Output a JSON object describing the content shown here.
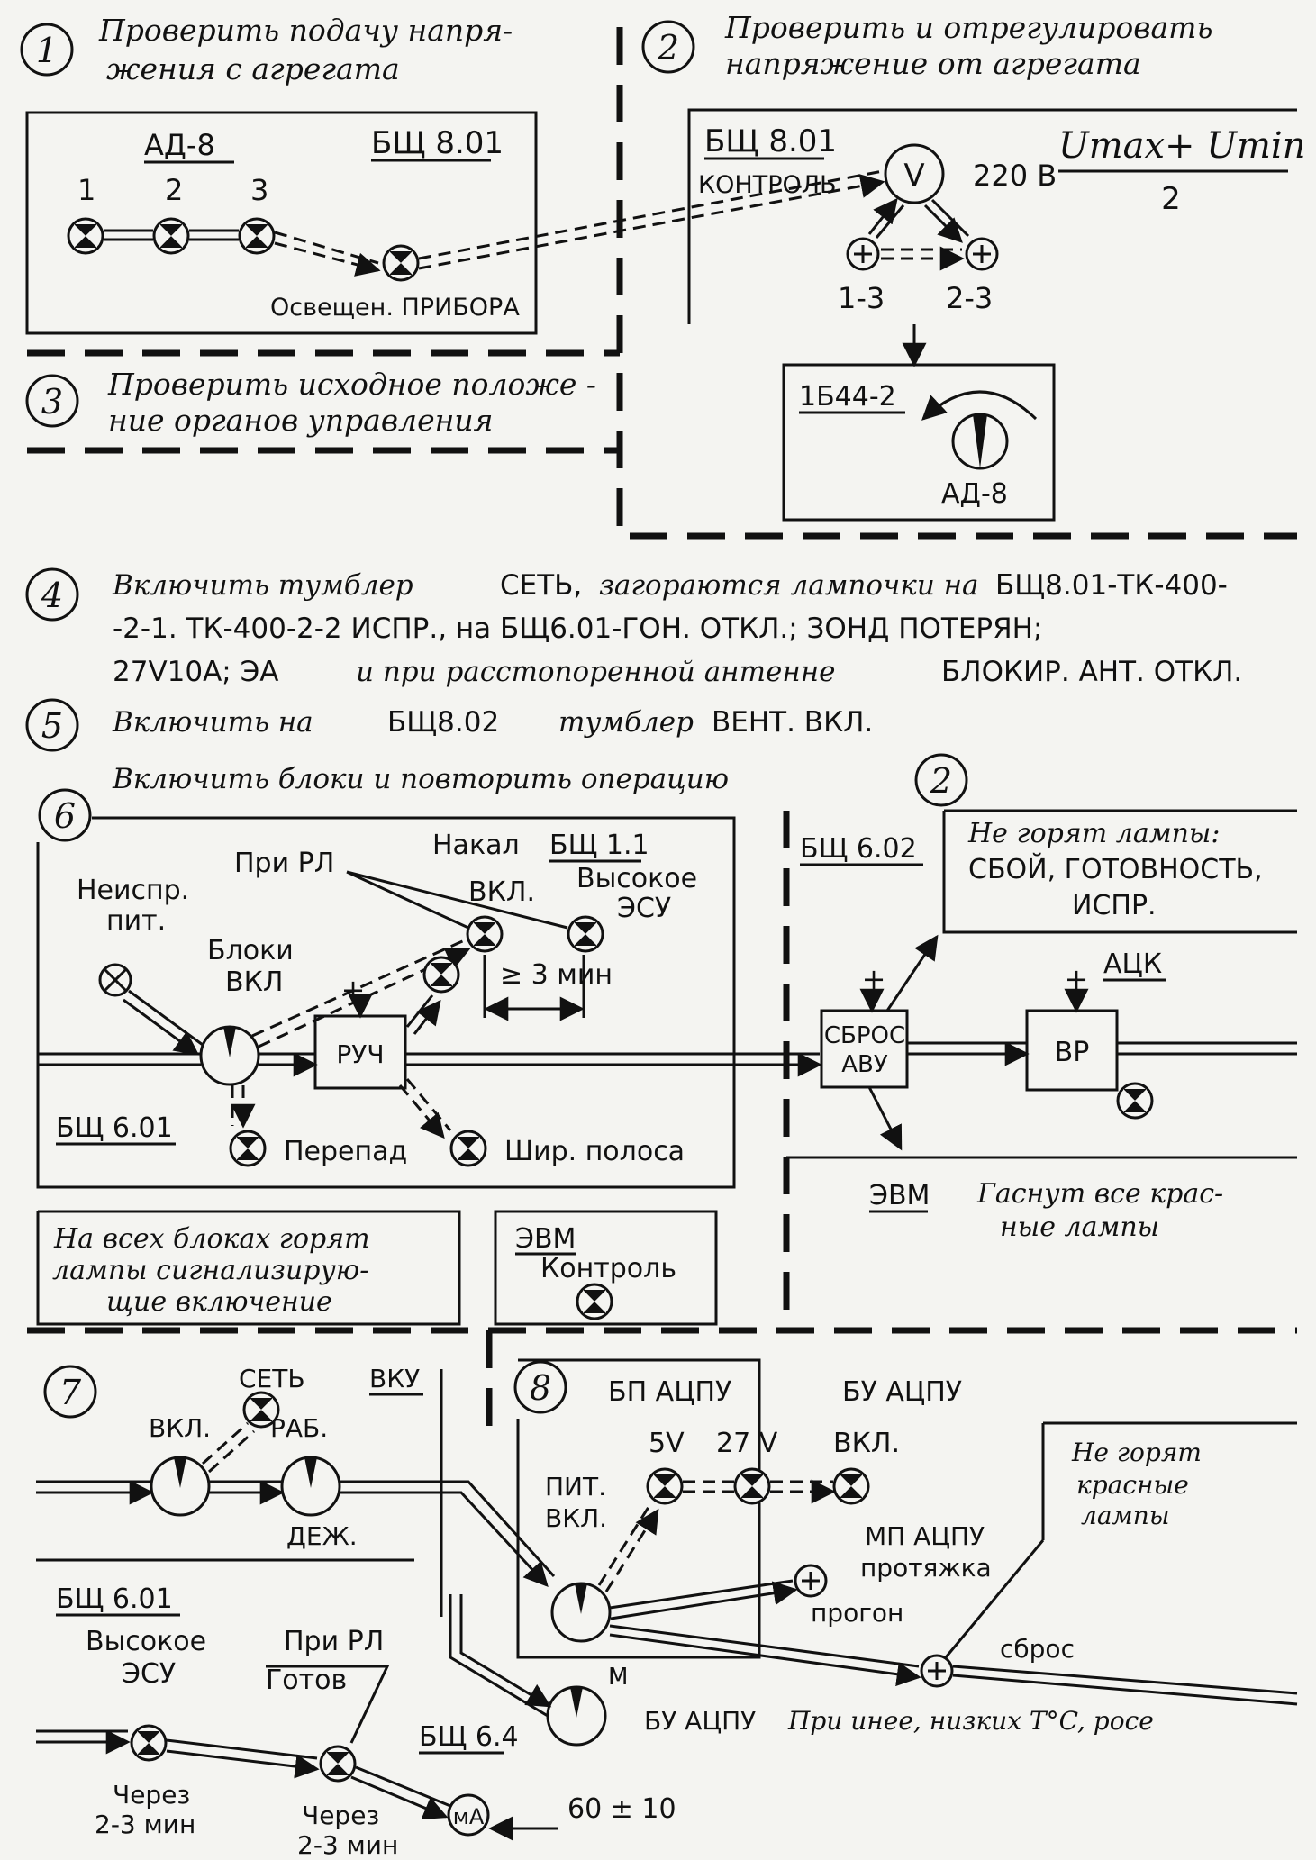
{
  "steps": {
    "s1": {
      "num": "1",
      "text1": "Проверить подачу напря-",
      "text2": "жения с агрегата"
    },
    "s2": {
      "num": "2",
      "text1": "Проверить и отрегулировать",
      "text2": "напряжение от агрегата"
    },
    "s3": {
      "num": "3",
      "text1": "Проверить исходное положе -",
      "text2": "ние органов управления"
    },
    "s4": {
      "num": "4"
    },
    "s5": {
      "num": "5",
      "a": "Включить на",
      "b": "БЩ8.02",
      "c": "тумблер",
      "d": "ВЕНТ. ВКЛ."
    },
    "s6": {
      "num": "6",
      "intro": "Включить блоки и повторить операцию",
      "ref": "2"
    },
    "s7": {
      "num": "7"
    },
    "s8": {
      "num": "8"
    }
  },
  "step4": {
    "l1a": "Включить тумблер",
    "l1b": "СЕТЬ,",
    "l1c": "загораются лампочки на",
    "l1d": "БЩ8.01-ТК-400-",
    "l2a": "-2-1. ТК-400-2-2 ИСПР., на БЩ6.01-ГОН. ОТКЛ.; ЗОНД ПОТЕРЯН;",
    "l3a": "27V10А; ЭА",
    "l3b": "и при расстопоренной антенне",
    "l3c": "БЛОКИР. АНТ. ОТКЛ."
  },
  "box1": {
    "ad": "АД-8",
    "bsh": "БЩ 8.01",
    "n1": "1",
    "n2": "2",
    "n3": "3",
    "lamp": "Освещен. ПРИБОРА"
  },
  "box2": {
    "bsh": "БЩ 8.01",
    "ctrl": "КОНТРОЛЬ",
    "v": "V",
    "volt": "220 В",
    "formula_num": "Umax+ Umin",
    "formula_den": "2",
    "t1": "1-3",
    "t2": "2-3"
  },
  "box3": {
    "id": "1Б44-2",
    "ad": "АД-8"
  },
  "block6": {
    "neispr": "Неиспр.",
    "pit": "пит.",
    "pri_rl": "При РЛ",
    "nakal": "Накал",
    "bsh11": "БЩ 1.1",
    "vkl": "ВКЛ.",
    "vysokoe": "Высокое",
    "esu": "ЭСУ",
    "bloki": "Блоки",
    "bloki_vkl": "ВКЛ",
    "min3": "≥ 3 мин",
    "ruch": "РУЧ",
    "bsh601": "БЩ 6.01",
    "perepad": "Перепад",
    "shir": "Шир. полоса",
    "plus": "+"
  },
  "block6r": {
    "bsh602": "БЩ 6.02",
    "ne_goryat": "Не горят лампы:",
    "sboi": "СБОЙ, ГОТОВНОСТЬ,",
    "ispr": "ИСПР.",
    "acts": "АЦК",
    "sbros1": "СБРОС",
    "sbros2": "АВУ",
    "vr": "ВР",
    "evm": "ЭВМ",
    "gasnut1": "Гаснут все крас-",
    "gasnut2": "ные лампы"
  },
  "note6": {
    "l1": "На всех блоках горят",
    "l2": "лампы сигнализирую-",
    "l3": "щие включение"
  },
  "evm_box": {
    "t": "ЭВМ",
    "c": "Контроль"
  },
  "block7": {
    "set": "СЕТЬ",
    "vku": "ВКУ",
    "vkl": "ВКЛ.",
    "rab": "РАБ.",
    "dezh": "ДЕЖ."
  },
  "block8": {
    "bp": "БП АЦПУ",
    "bu": "БУ АЦПУ",
    "v5": "5V",
    "v27": "27 V",
    "vkl": "ВКЛ.",
    "pit": "ПИТ.",
    "pit_vkl": "ВКЛ.",
    "mp": "МП АЦПУ",
    "protyazhka": "протяжка",
    "progon": "прогон",
    "sbros": "сброс",
    "m": "М",
    "ne1": "Не горят",
    "ne2": "красные",
    "ne3": "лампы",
    "bu2": "БУ АЦПУ",
    "pri": "При инее, низких T°C, росе"
  },
  "bottom": {
    "bsh601": "БЩ 6.01",
    "vys": "Высокое",
    "esu": "ЭСУ",
    "pri_rl": "При РЛ",
    "gotov": "Готов",
    "bsh64": "БЩ 6.4",
    "ma": "мА",
    "val": "60 ± 10",
    "cherez1": "Через",
    "cherez1b": "2-3 мин",
    "cherez2": "Через",
    "cherez2b": "2-3 мин"
  }
}
